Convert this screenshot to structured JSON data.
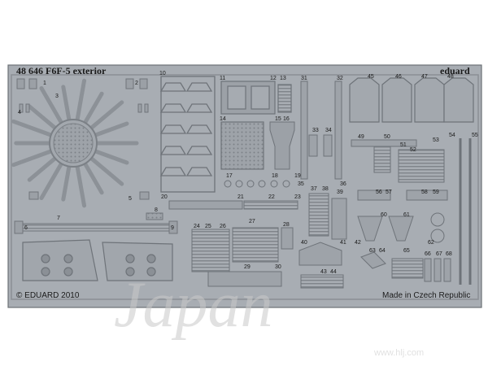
{
  "fret": {
    "title": "48 646  F6F-5 exterior",
    "brand": "eduard",
    "copyright": "© EDUARD 2010",
    "origin": "Made in Czech Republic",
    "plate_color": "#a8adb3"
  },
  "watermark": {
    "script": "Japan",
    "url": "www.hlj.com"
  },
  "part_numbers": [
    "1",
    "2",
    "3",
    "4",
    "5",
    "6",
    "7",
    "8",
    "9",
    "10",
    "11",
    "12",
    "13",
    "14",
    "15",
    "16",
    "17",
    "18",
    "19",
    "20",
    "21",
    "22",
    "23",
    "24",
    "25",
    "26",
    "27",
    "28",
    "29",
    "30",
    "31",
    "32",
    "33",
    "34",
    "35",
    "36",
    "37",
    "38",
    "39",
    "40",
    "41",
    "42",
    "43",
    "44",
    "45",
    "46",
    "47",
    "48",
    "49",
    "50",
    "51",
    "52",
    "53",
    "54",
    "55",
    "56",
    "57",
    "58",
    "59",
    "60",
    "61",
    "62",
    "63",
    "64",
    "65",
    "66",
    "67",
    "68"
  ]
}
